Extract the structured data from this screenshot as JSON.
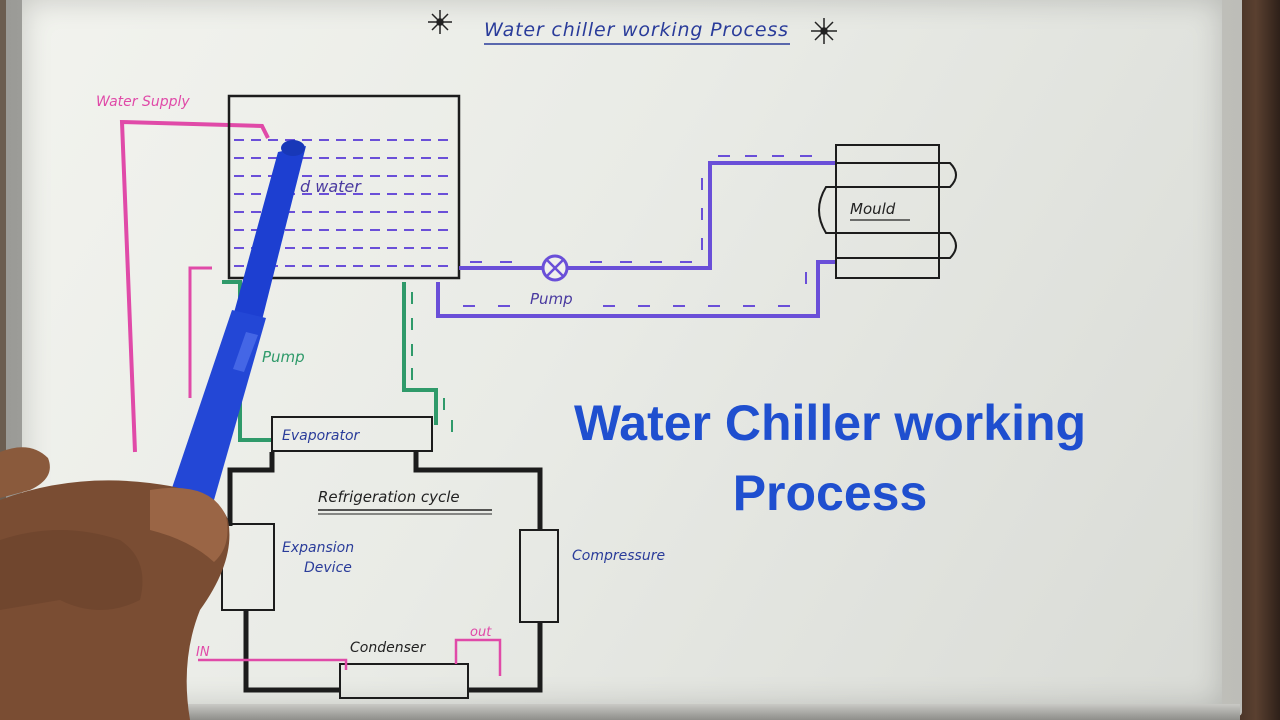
{
  "board": {
    "heading": "Water chiller working Process",
    "tank_label": "d water",
    "water_supply_label": "Water Supply",
    "pump_label": "Pump",
    "pump2_label": "Pump",
    "mould_label": "Mould",
    "evaporator_label": "Evaporator",
    "refrigeration_label": "Refrigeration cycle",
    "expansion_label_1": "Expansion",
    "expansion_label_2": "Device",
    "compressor_label": "Compressure",
    "condenser_label": "Condenser",
    "in_label": "IN",
    "out_label": "out"
  },
  "overlay": {
    "line1": "Water Chiller working",
    "line2": "Process"
  },
  "colors": {
    "purple_line": "#6a4fd8",
    "green_line": "#2f9a6a",
    "pink_line": "#e04aa8",
    "black_line": "#1c1c1c",
    "marker": "#1d3fd1",
    "overlay_text": "#1f4fcf"
  }
}
